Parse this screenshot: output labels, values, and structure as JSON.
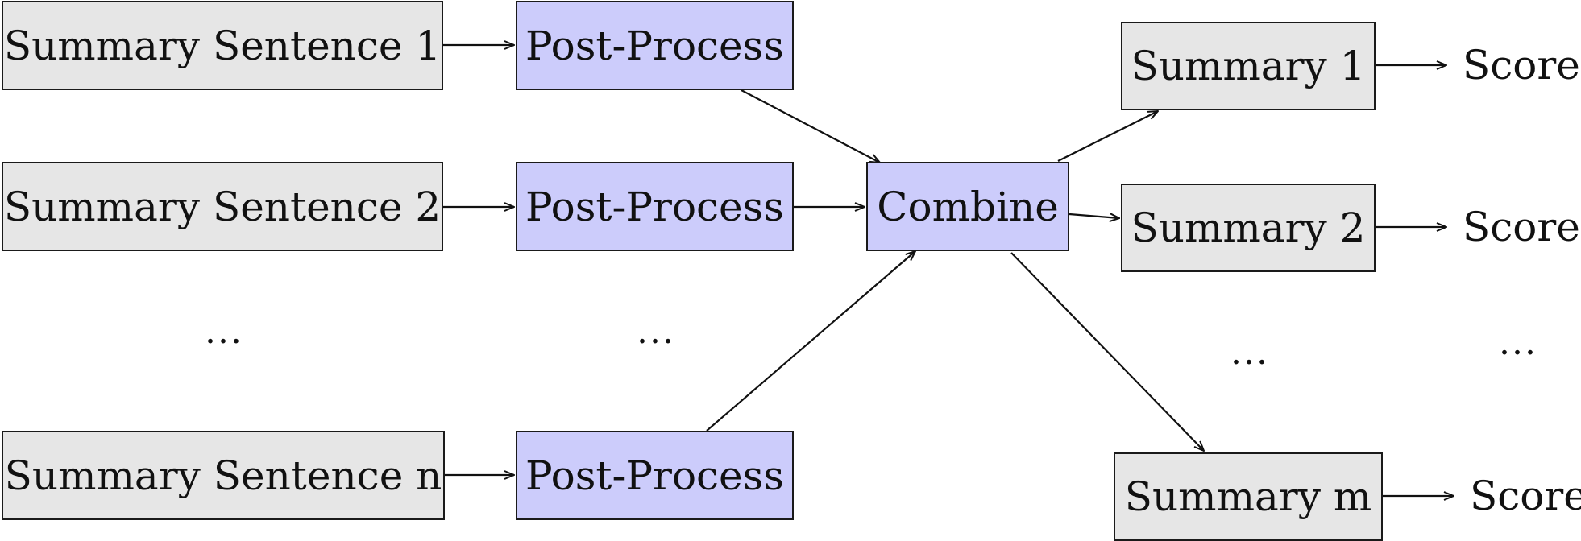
{
  "inputs": [
    {
      "label": "Summary Sentence 1"
    },
    {
      "label": "Summary Sentence 2"
    },
    {
      "label": "Summary Sentence n"
    }
  ],
  "post_process": [
    {
      "label": "Post-Process"
    },
    {
      "label": "Post-Process"
    },
    {
      "label": "Post-Process"
    }
  ],
  "combine": {
    "label": "Combine"
  },
  "summaries": [
    {
      "label": "Summary 1"
    },
    {
      "label": "Summary 2"
    },
    {
      "label": "Summary m"
    }
  ],
  "scores": [
    {
      "label": "Score"
    },
    {
      "label": "Score"
    },
    {
      "label": "Score"
    }
  ],
  "ellipsis": "...",
  "colors": {
    "input_fill": "#e6e6e6",
    "process_fill": "#ccccfb",
    "stroke": "#1a1a1a"
  }
}
